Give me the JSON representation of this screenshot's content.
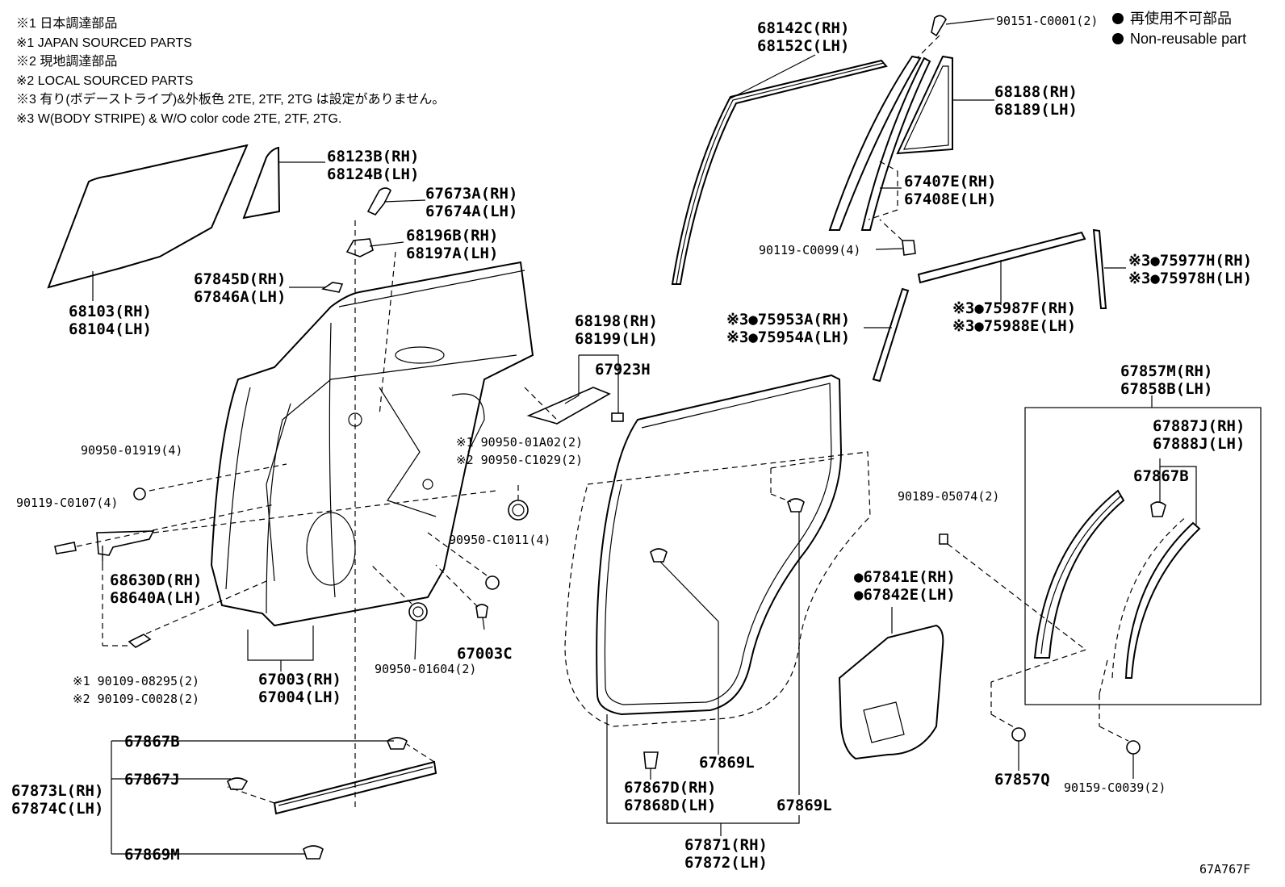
{
  "notes": [
    "※1 日本調達部品",
    "※1 JAPAN SOURCED PARTS",
    "※2 現地調達部品",
    "※2 LOCAL SOURCED PARTS",
    "※3 有り(ボデーストライプ)&外板色 2TE, 2TF, 2TG は設定がありません。",
    "※3 W(BODY STRIPE) & W/O color code 2TE, 2TF, 2TG."
  ],
  "legend": [
    "再使用不可部品",
    "Non-reusable part"
  ],
  "diagram_code": "67A767F",
  "parts": {
    "p68142": [
      "68142C(RH)",
      "68152C(LH)"
    ],
    "p90151": "90151-C0001(2)",
    "p68188": [
      "68188(RH)",
      "68189(LH)"
    ],
    "p68123": [
      "68123B(RH)",
      "68124B(LH)"
    ],
    "p67673": [
      "67673A(RH)",
      "67674A(LH)"
    ],
    "p68196": [
      "68196B(RH)",
      "68197A(LH)"
    ],
    "p67845": [
      "67845D(RH)",
      "67846A(LH)"
    ],
    "p68103": [
      "68103(RH)",
      "68104(LH)"
    ],
    "p67407": [
      "67407E(RH)",
      "67408E(LH)"
    ],
    "p90119a": "90119-C0099(4)",
    "p75977": [
      "※3●75977H(RH)",
      "※3●75978H(LH)"
    ],
    "p75953": [
      "※3●75953A(RH)",
      "※3●75954A(LH)"
    ],
    "p75987": [
      "※3●75987F(RH)",
      "※3●75988E(LH)"
    ],
    "p68198": [
      "68198(RH)",
      "68199(LH)"
    ],
    "p67923": "67923H",
    "p90950a": "90950-01919(4)",
    "p90950b": [
      "※1 90950-01A02(2)",
      "※2 90950-C1029(2)"
    ],
    "p90119b": "90119-C0107(4)",
    "p90950c": "90950-C1011(4)",
    "p68630": [
      "68630D(RH)",
      "68640A(LH)"
    ],
    "p67003c": "67003C",
    "p90950d": "90950-01604(2)",
    "p90109": [
      "※1 90109-08295(2)",
      "※2 90109-C0028(2)"
    ],
    "p67003": [
      "67003(RH)",
      "67004(LH)"
    ],
    "p67857m": [
      "67857M(RH)",
      "67858B(LH)"
    ],
    "p67887": [
      "67887J(RH)",
      "67888J(LH)"
    ],
    "p67867b2": "67867B",
    "p90189": "90189-05074(2)",
    "p67841": [
      "●67841E(RH)",
      "●67842E(LH)"
    ],
    "p67867b": "67867B",
    "p67867j": "67867J",
    "p67873": [
      "67873L(RH)",
      "67874C(LH)"
    ],
    "p67869m": "67869M",
    "p67869l1": "67869L",
    "p67867d": [
      "67867D(RH)",
      "67868D(LH)"
    ],
    "p67869l2": "67869L",
    "p67871": [
      "67871(RH)",
      "67872(LH)"
    ],
    "p67857q": "67857Q",
    "p90159": "90159-C0039(2)"
  }
}
